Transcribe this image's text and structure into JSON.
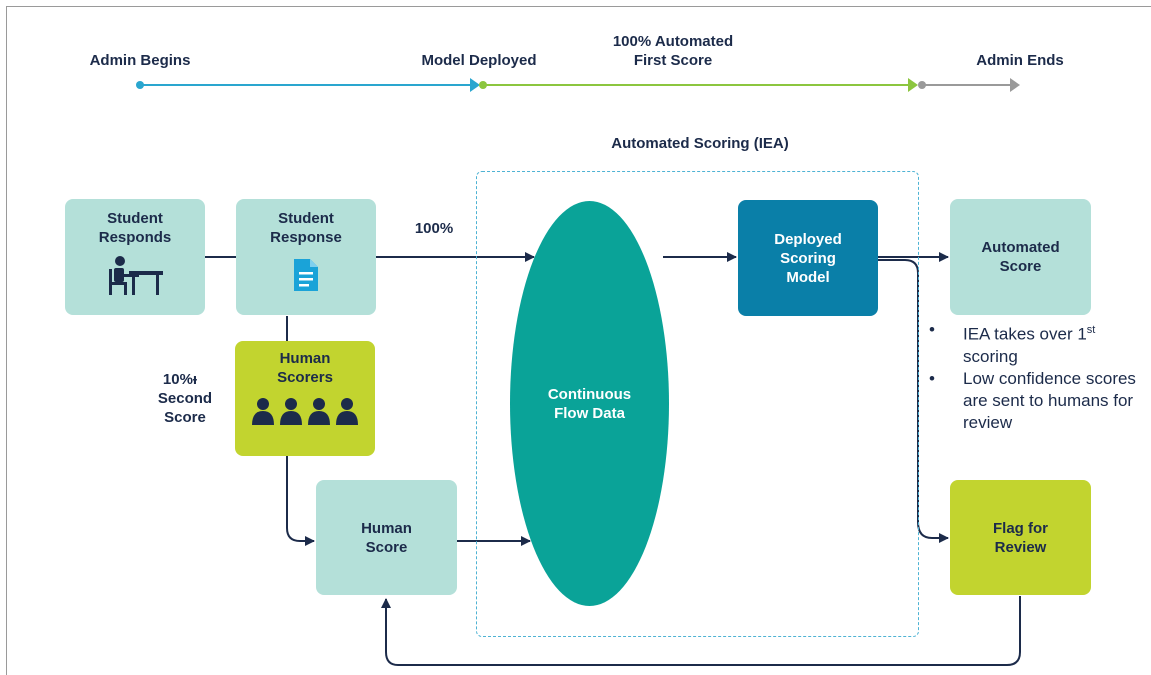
{
  "timeline": {
    "admin_begins": "Admin Begins",
    "model_deployed": "Model Deployed",
    "automated_first_score": "100% Automated First Score",
    "admin_ends": "Admin Ends",
    "colors": {
      "phase1": "#2aa6cf",
      "phase2": "#8cc63f",
      "phase3": "#9a9a9a"
    }
  },
  "region": {
    "title": "Automated Scoring (IEA)"
  },
  "nodes": {
    "student_responds": "Student Responds",
    "student_response": "Student Response",
    "human_scorers": "Human Scorers",
    "human_score": "Human Score",
    "continuous_flow": "Continuous Flow Data",
    "deployed_model": "Deployed Scoring Model",
    "automated_score": "Automated Score",
    "flag_review": "Flag for Review"
  },
  "edge_labels": {
    "pct_100": "100%",
    "second_score_pct": "10%ᵼ",
    "second_score_text": "Second Score"
  },
  "notes": {
    "note1_main": "IEA takes over 1",
    "note1_sup": "st",
    "note1_end": "scoring",
    "note2": "Low confidence scores are sent to humans for review"
  },
  "icons": {
    "student": "student-at-desk-icon",
    "document": "document-icon",
    "people": "people-group-icon"
  },
  "colors": {
    "mint": "#b4e0d9",
    "lime": "#c2d42f",
    "teal": "#0aa398",
    "blue": "#0a7fa8",
    "navy": "#1c2b4a"
  }
}
